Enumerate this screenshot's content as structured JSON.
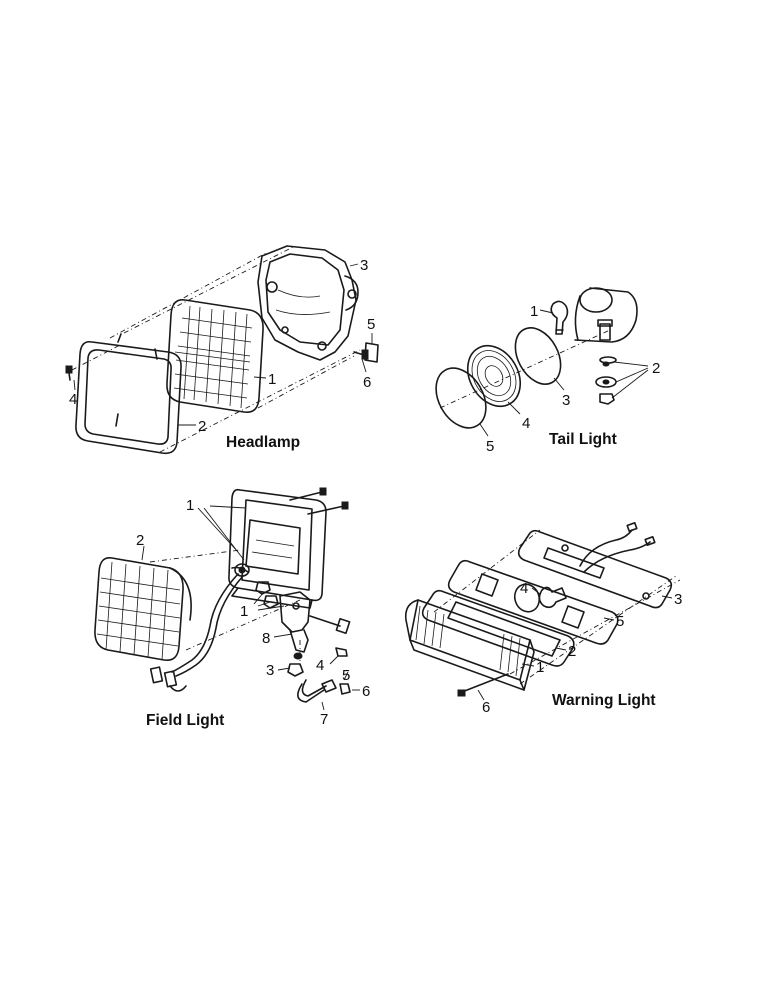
{
  "groups": {
    "headlamp": {
      "title": "Headlamp",
      "callouts": [
        "1",
        "2",
        "3",
        "4",
        "5",
        "6"
      ]
    },
    "tail_light": {
      "title": "Tail Light",
      "callouts": [
        "1",
        "2",
        "3",
        "4",
        "5"
      ]
    },
    "field_light": {
      "title": "Field Light",
      "callouts": [
        "1",
        "2",
        "1",
        "8",
        "3",
        "4",
        "5",
        "6",
        "7"
      ]
    },
    "warning_light": {
      "title": "Warning Light",
      "callouts": [
        "4",
        "3",
        "5",
        "2",
        "1",
        "6"
      ]
    }
  }
}
